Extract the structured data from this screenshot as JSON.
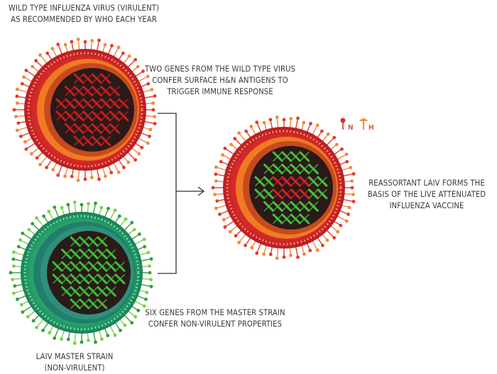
{
  "captions": {
    "wild_type": [
      "WILD TYPE INFLUENZA VIRUS (VIRULENT)",
      "AS RECOMMENDED BY WHO  EACH YEAR"
    ],
    "two_genes": [
      "TWO GENES FROM THE WILD TYPE VIRUS",
      "CONFER SURFACE H&N ANTIGENS TO",
      "TRIGGER IMMUNE RESPONSE"
    ],
    "reassortant": [
      "REASSORTANT LAIV FORMS THE",
      "BASIS OF THE LIVE ATTENUATED",
      "INFLUENZA VACCINE"
    ],
    "six_genes": [
      "SIX GENES FROM THE MASTER STRAIN",
      "CONFER NON-VIRULENT PROPERTIES"
    ],
    "master_strain": [
      "LAIV MASTER STRAIN",
      "(NON-VIRULENT)"
    ]
  },
  "legend": {
    "n_label": "N",
    "h_label": "H"
  },
  "colors": {
    "wild_spike": "#e23a2a",
    "wild_coat": "#d8322a",
    "wild_inner": "#f07a22",
    "wild_genes": "#c81e1e",
    "master_spike": "#2f9e3e",
    "master_coat": "#2fa57a",
    "master_inner": "#1f7f6a",
    "master_genes": "#3dbf35",
    "arrow": "#333333"
  }
}
